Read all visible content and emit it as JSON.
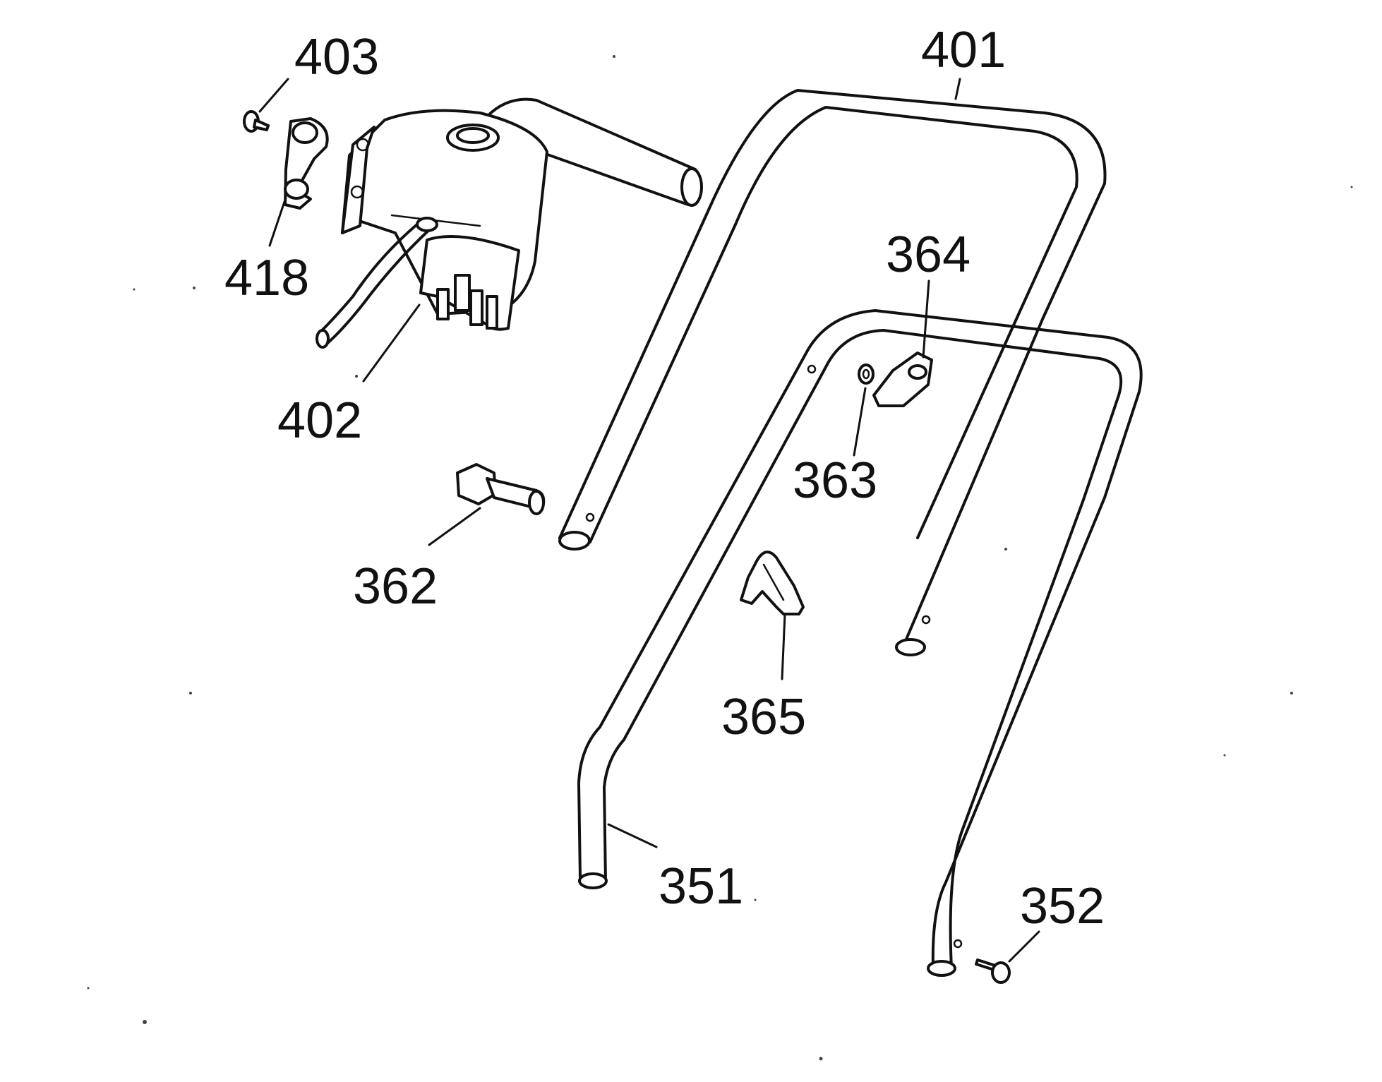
{
  "callouts": [
    {
      "id": "c403",
      "text": "403"
    },
    {
      "id": "c418",
      "text": "418"
    },
    {
      "id": "c402",
      "text": "402"
    },
    {
      "id": "c401",
      "text": "401"
    },
    {
      "id": "c364",
      "text": "364"
    },
    {
      "id": "c363",
      "text": "363"
    },
    {
      "id": "c362",
      "text": "362"
    },
    {
      "id": "c365",
      "text": "365"
    },
    {
      "id": "c351",
      "text": "351"
    },
    {
      "id": "c352",
      "text": "352"
    }
  ]
}
